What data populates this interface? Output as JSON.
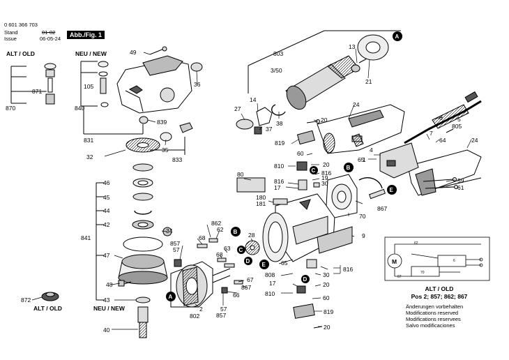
{
  "header": {
    "doc_number": "0 601 366 703",
    "stand_label": "Stand",
    "stand_value": "01-02",
    "issue_label": "Issue",
    "issue_value": "06-05-24",
    "fig_label": "Abb./Fig. 1"
  },
  "legend": {
    "alt_old": "ALT / OLD",
    "neu_new": "NEU / NEW",
    "alt_old_bottom": "ALT / OLD",
    "neu_new_bottom": "NEU / NEW"
  },
  "note": {
    "alt_old": "ALT / OLD",
    "positions": "Pos 2; 857; 862; 867",
    "lines": [
      "Änderungen vorbehalten",
      "Modifications reserved",
      "Modifications reservees",
      "Salvo modificaciones"
    ]
  },
  "schematic": {
    "motor_symbol": "M",
    "box_label": "70",
    "wire_labels": [
      "62",
      "6",
      "67"
    ]
  },
  "callouts": [
    {
      "id": "49",
      "t": "49"
    },
    {
      "id": "803",
      "t": "803"
    },
    {
      "id": "13",
      "t": "13"
    },
    {
      "id": "3-50",
      "t": "3/50"
    },
    {
      "id": "21",
      "t": "21"
    },
    {
      "id": "36",
      "t": "36"
    },
    {
      "id": "105",
      "t": "105"
    },
    {
      "id": "871",
      "t": "871"
    },
    {
      "id": "870",
      "t": "870"
    },
    {
      "id": "840",
      "t": "840"
    },
    {
      "id": "14",
      "t": "14"
    },
    {
      "id": "27",
      "t": "27"
    },
    {
      "id": "37",
      "t": "37"
    },
    {
      "id": "38",
      "t": "38"
    },
    {
      "id": "24a",
      "t": "24"
    },
    {
      "id": "839",
      "t": "839"
    },
    {
      "id": "20a",
      "t": "20"
    },
    {
      "id": "831",
      "t": "831"
    },
    {
      "id": "35",
      "t": "35"
    },
    {
      "id": "833",
      "t": "833"
    },
    {
      "id": "819a",
      "t": "819"
    },
    {
      "id": "60a",
      "t": "60"
    },
    {
      "id": "4",
      "t": "4"
    },
    {
      "id": "1",
      "t": "1"
    },
    {
      "id": "6",
      "t": "6"
    },
    {
      "id": "805",
      "t": "805"
    },
    {
      "id": "5",
      "t": "5"
    },
    {
      "id": "7",
      "t": "7"
    },
    {
      "id": "64",
      "t": "64"
    },
    {
      "id": "24b",
      "t": "24"
    },
    {
      "id": "32",
      "t": "32"
    },
    {
      "id": "20b",
      "t": "20"
    },
    {
      "id": "810a",
      "t": "810"
    },
    {
      "id": "816a",
      "t": "816"
    },
    {
      "id": "19",
      "t": "19"
    },
    {
      "id": "30a",
      "t": "30"
    },
    {
      "id": "65",
      "t": "65"
    },
    {
      "id": "80",
      "t": "80"
    },
    {
      "id": "816b",
      "t": "816"
    },
    {
      "id": "17a",
      "t": "17"
    },
    {
      "id": "59",
      "t": "59"
    },
    {
      "id": "46",
      "t": "46"
    },
    {
      "id": "180",
      "t": "180"
    },
    {
      "id": "181",
      "t": "181"
    },
    {
      "id": "61",
      "t": "61"
    },
    {
      "id": "45",
      "t": "45"
    },
    {
      "id": "867a",
      "t": "867"
    },
    {
      "id": "44",
      "t": "44"
    },
    {
      "id": "70",
      "t": "70"
    },
    {
      "id": "42",
      "t": "42"
    },
    {
      "id": "862",
      "t": "862"
    },
    {
      "id": "62",
      "t": "62"
    },
    {
      "id": "34",
      "t": "34"
    },
    {
      "id": "841",
      "t": "841"
    },
    {
      "id": "28",
      "t": "28"
    },
    {
      "id": "9",
      "t": "9"
    },
    {
      "id": "857a",
      "t": "857"
    },
    {
      "id": "57a",
      "t": "57"
    },
    {
      "id": "68a",
      "t": "68"
    },
    {
      "id": "47",
      "t": "47"
    },
    {
      "id": "63",
      "t": "63"
    },
    {
      "id": "68b",
      "t": "68"
    },
    {
      "id": "65b",
      "t": "65"
    },
    {
      "id": "816c",
      "t": "816"
    },
    {
      "id": "808",
      "t": "808"
    },
    {
      "id": "30b",
      "t": "30"
    },
    {
      "id": "67",
      "t": "67"
    },
    {
      "id": "867b",
      "t": "867"
    },
    {
      "id": "17b",
      "t": "17"
    },
    {
      "id": "20c",
      "t": "20"
    },
    {
      "id": "48",
      "t": "48"
    },
    {
      "id": "66",
      "t": "66"
    },
    {
      "id": "810b",
      "t": "810"
    },
    {
      "id": "60b",
      "t": "60"
    },
    {
      "id": "872",
      "t": "872"
    },
    {
      "id": "43",
      "t": "43"
    },
    {
      "id": "2",
      "t": "2"
    },
    {
      "id": "802",
      "t": "802"
    },
    {
      "id": "57b",
      "t": "57"
    },
    {
      "id": "857b",
      "t": "857"
    },
    {
      "id": "819b",
      "t": "819"
    },
    {
      "id": "40",
      "t": "40"
    },
    {
      "id": "20d",
      "t": "20"
    }
  ],
  "markers": [
    {
      "id": "A1",
      "t": "A"
    },
    {
      "id": "A2",
      "t": "A"
    },
    {
      "id": "B1",
      "t": "B"
    },
    {
      "id": "B2",
      "t": "B"
    },
    {
      "id": "C1",
      "t": "C"
    },
    {
      "id": "C2",
      "t": "C"
    },
    {
      "id": "D1",
      "t": "D"
    },
    {
      "id": "D2",
      "t": "D"
    },
    {
      "id": "E1",
      "t": "E"
    },
    {
      "id": "E2",
      "t": "E"
    }
  ]
}
